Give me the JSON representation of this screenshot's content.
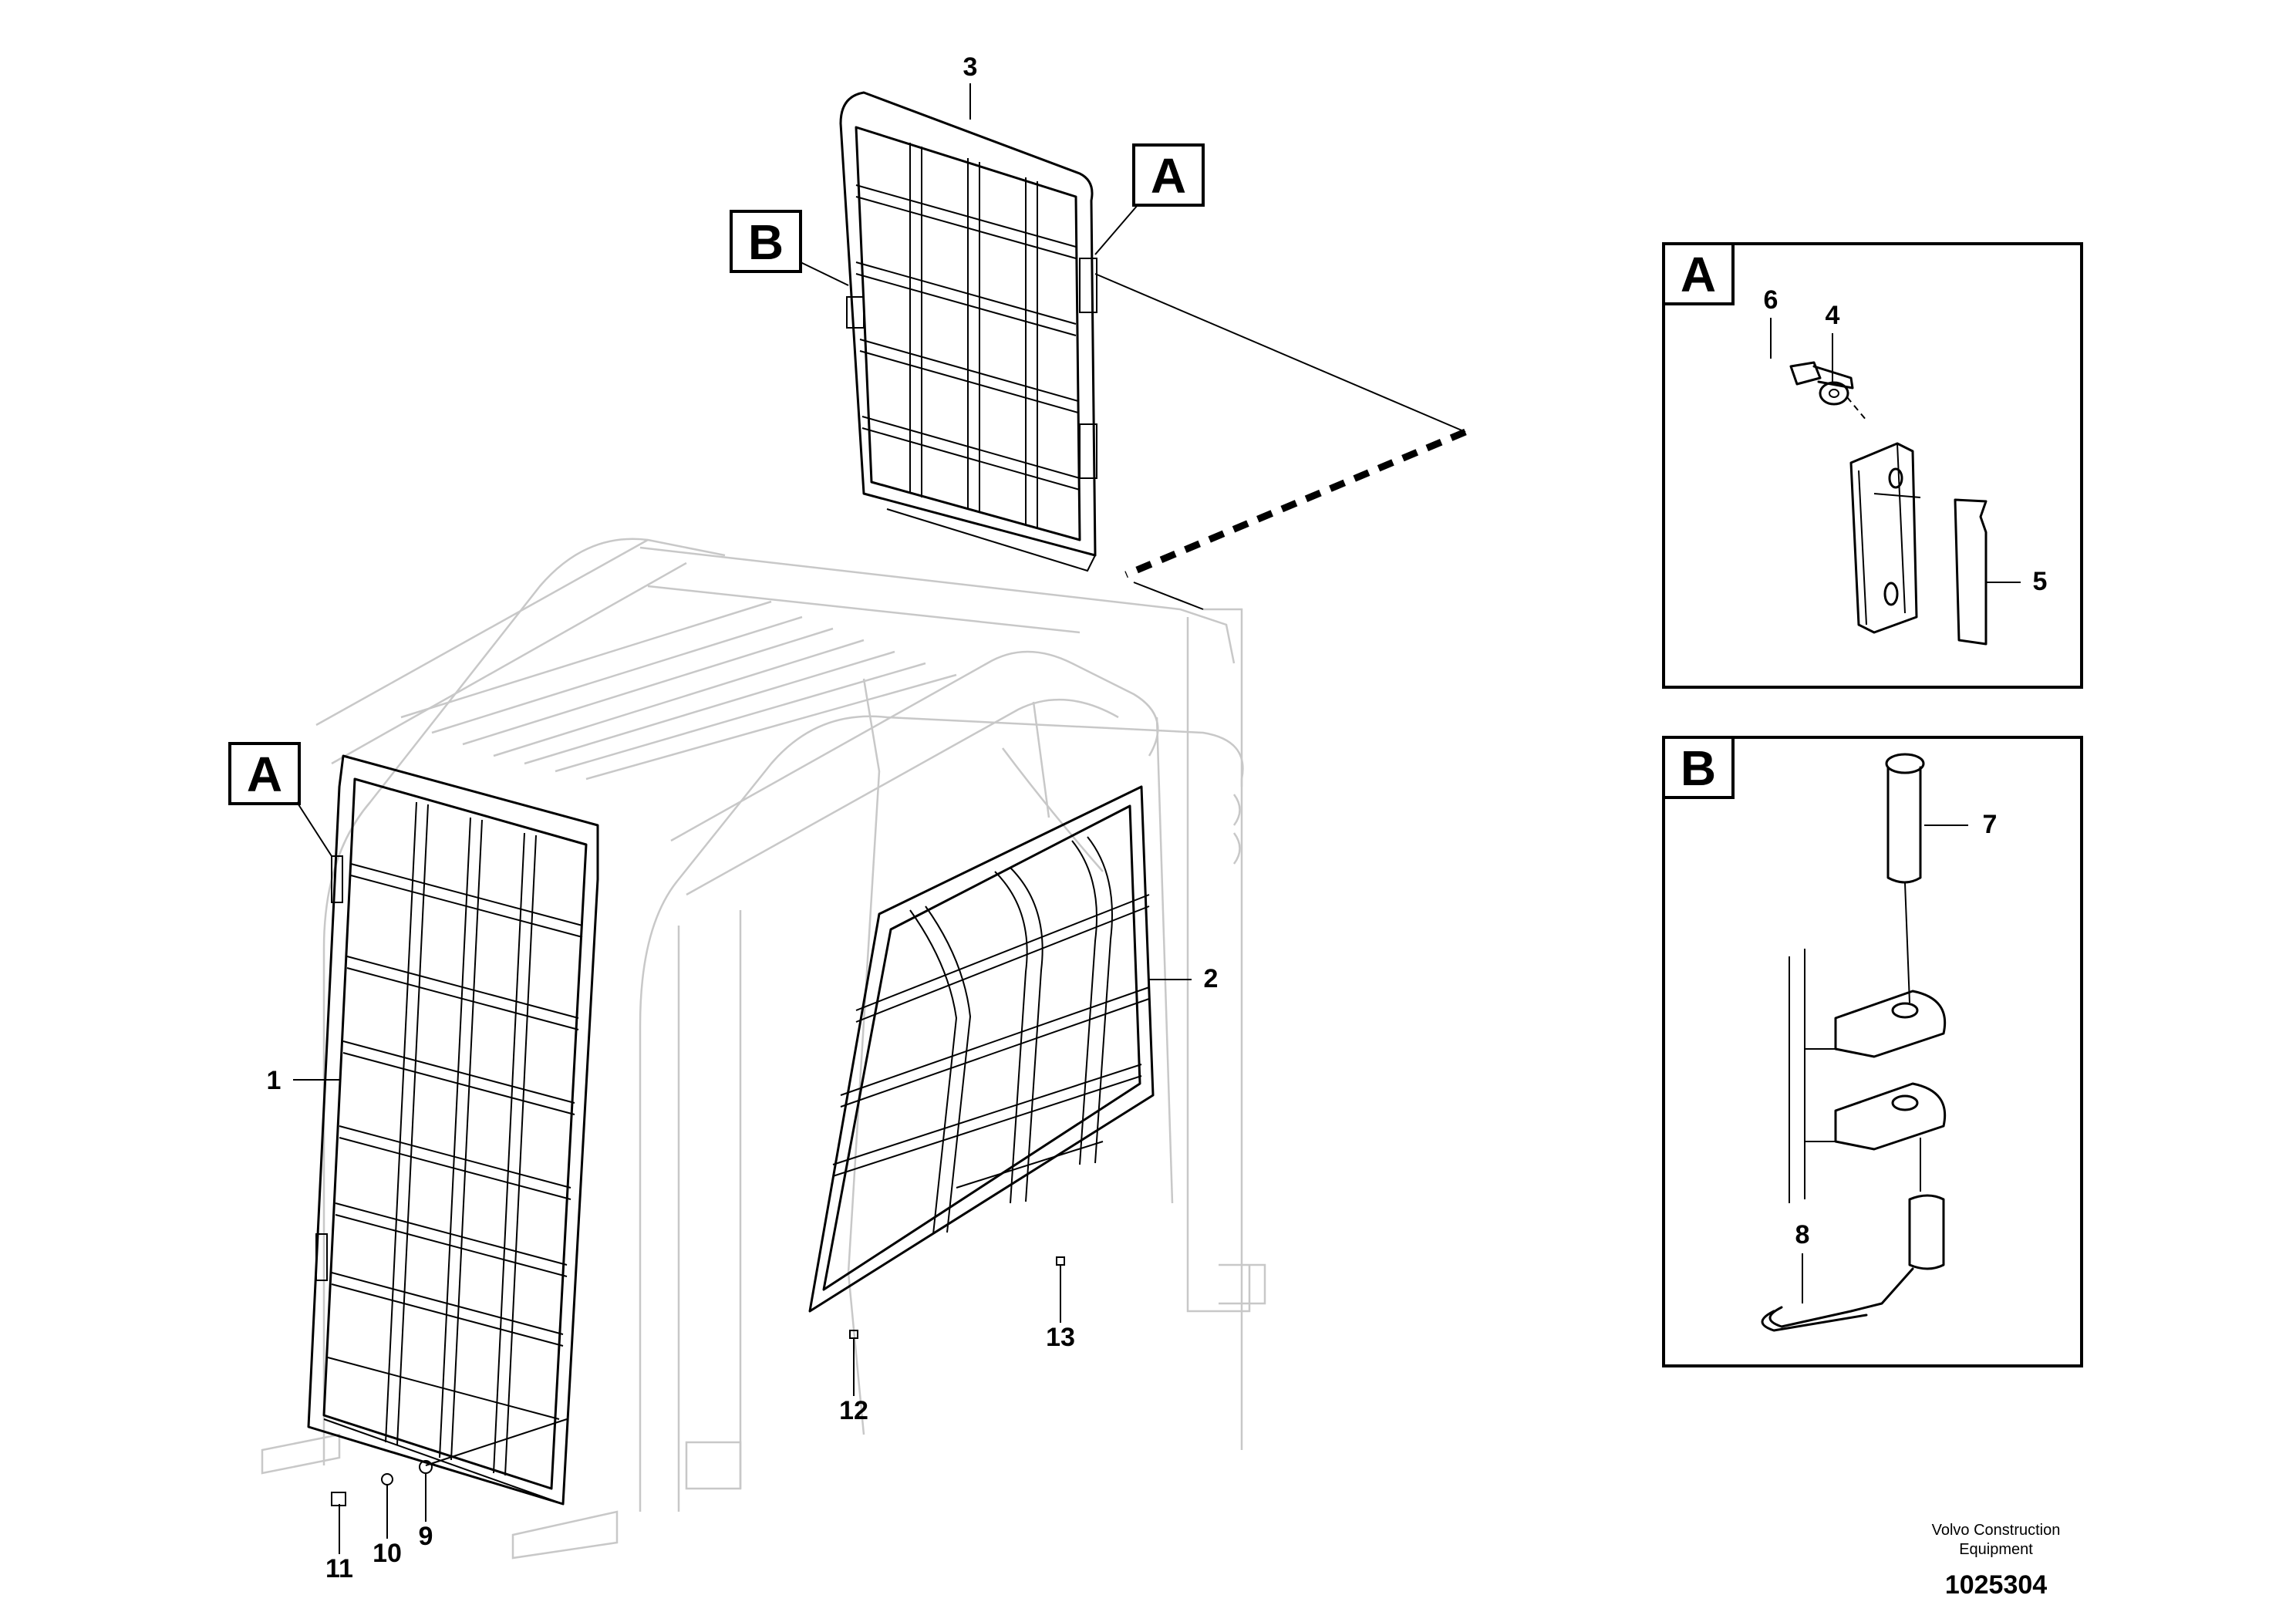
{
  "callouts": {
    "c1": "1",
    "c2": "2",
    "c3": "3",
    "c4": "4",
    "c5": "5",
    "c6": "6",
    "c7": "7",
    "c8": "8",
    "c9": "9",
    "c10": "10",
    "c11": "11",
    "c12": "12",
    "c13": "13"
  },
  "views": {
    "a": "A",
    "b": "B"
  },
  "credit": {
    "line1": "Volvo Construction",
    "line2": "Equipment",
    "document_number": "1025304"
  }
}
